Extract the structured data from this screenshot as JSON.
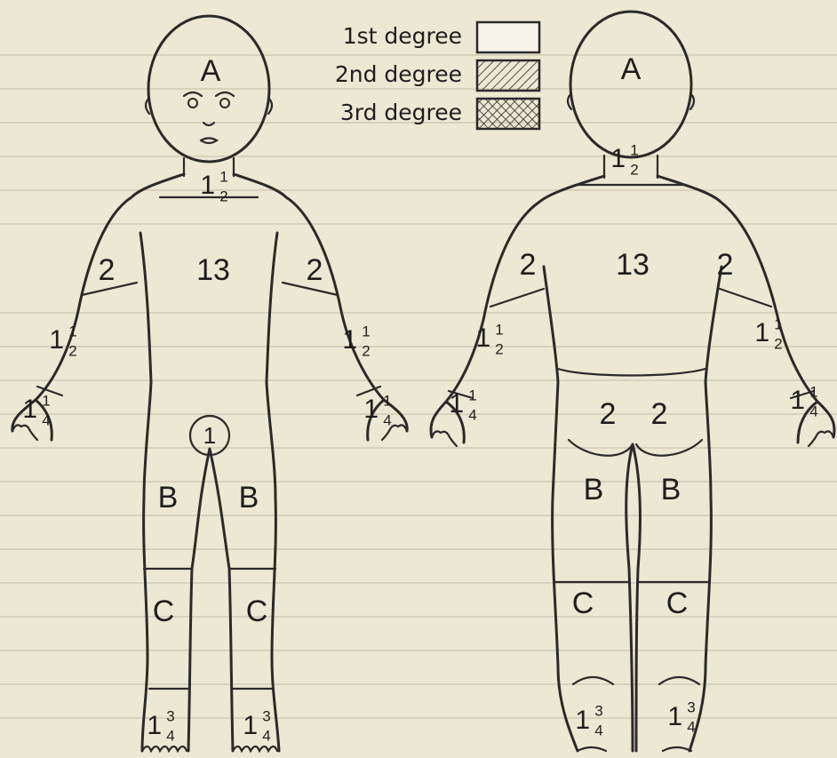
{
  "legend": [
    {
      "label": "1st degree",
      "pattern": "none"
    },
    {
      "label": "2nd degree",
      "pattern": "hatch"
    },
    {
      "label": "3rd degree",
      "pattern": "crosshatch"
    }
  ],
  "front": {
    "head": "A",
    "neck": {
      "whole": "1",
      "num": "1",
      "den": "2"
    },
    "trunk": "13",
    "upper_arm_right": "2",
    "upper_arm_left": "2",
    "forearm_right": {
      "whole": "1",
      "num": "1",
      "den": "2"
    },
    "forearm_left": {
      "whole": "1",
      "num": "1",
      "den": "2"
    },
    "hand_right": {
      "whole": "1",
      "num": "1",
      "den": "4"
    },
    "hand_left": {
      "whole": "1",
      "num": "1",
      "den": "4"
    },
    "genitals": "1",
    "thigh_right": "B",
    "thigh_left": "B",
    "leg_right": "C",
    "leg_left": "C",
    "foot_right": {
      "whole": "1",
      "num": "3",
      "den": "4"
    },
    "foot_left": {
      "whole": "1",
      "num": "3",
      "den": "4"
    }
  },
  "back": {
    "head": "A",
    "neck": {
      "whole": "1",
      "num": "1",
      "den": "2"
    },
    "trunk": "13",
    "upper_arm_left": "2",
    "upper_arm_right": "2",
    "forearm_left": {
      "whole": "1",
      "num": "1",
      "den": "2"
    },
    "forearm_right": {
      "whole": "1",
      "num": "1",
      "den": "2"
    },
    "hand_left": {
      "whole": "1",
      "num": "1",
      "den": "4"
    },
    "hand_right": {
      "whole": "1",
      "num": "1",
      "den": "4"
    },
    "buttock_left": "2",
    "buttock_right": "2",
    "thigh_left": "B",
    "thigh_right": "B",
    "leg_left": "C",
    "leg_right": "C",
    "foot_left": {
      "whole": "1",
      "num": "3",
      "den": "4"
    },
    "foot_right": {
      "whole": "1",
      "num": "3",
      "den": "4"
    }
  }
}
